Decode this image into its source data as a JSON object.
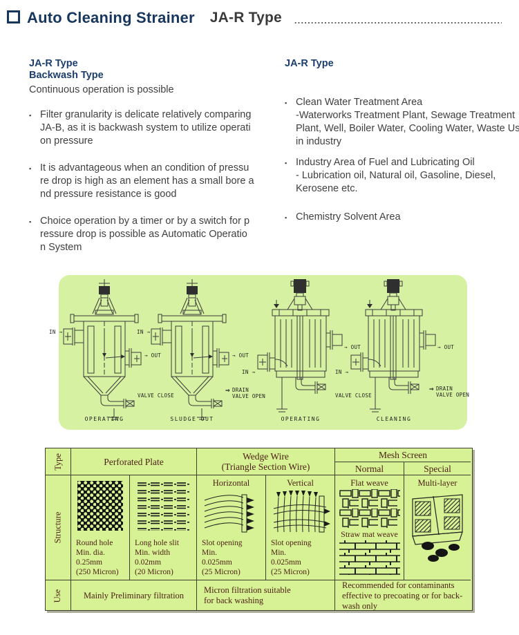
{
  "colors": {
    "title_navy": "#17365d",
    "heading_navy": "#1c3e6e",
    "body_gray": "#3f3f3f",
    "panel_green": "#d6f1a2",
    "table_green": "#d7f294",
    "table_text": "#4a1e14"
  },
  "header": {
    "title": "Auto Cleaning Strainer",
    "subtitle": "JA-R Type",
    "dots": "................................................................................"
  },
  "left_column": {
    "heading1": "JA-R Type",
    "heading2": "Backwash Type",
    "lead": "Continuous operation is possible",
    "bullet_char": "▪",
    "bullets": [
      "Filter granularity is delicate relatively comparing\nJA-B, as it is backwash system to utilize operati\non pressure",
      "It is advantageous when an condition of pressu\nre drop is high as an element has a small bore a\nnd pressure resistance is good",
      "Choice operation by a timer or by a switch for p\nressure drop is possible as Automatic Operatio\nn System"
    ]
  },
  "right_column": {
    "heading": "JA-R Type",
    "bullet_char": "▪",
    "bullets": [
      "Clean Water Treatment Area\n -Waterworks Treatment Plant, Sewage Treatment\nPlant, Well, Boiler Water, Cooling Water, Waste Us\nin industry",
      "Industry  Area of Fuel and Lubricating Oil\n - Lubrication oil, Natural oil, Gasoline, Diesel,\nKerosene etc.",
      "Chemistry Solvent Area"
    ]
  },
  "diagram": {
    "figures": [
      {
        "caption": "OPERATING",
        "in_label": "IN →",
        "out_label": "→ OUT",
        "valve_line1": "VALVE CLOSE",
        "valve_line2": "",
        "drain_arrow": ""
      },
      {
        "caption": "SLUDGE OUT",
        "in_label": "IN →",
        "out_label": "→ OUT",
        "valve_line1": "DRAIN",
        "valve_line2": "VALVE OPEN",
        "drain_arrow": "⇒"
      },
      {
        "caption": "OPERATING",
        "in_label": "IN →",
        "out_label": "→ OUT",
        "valve_line1": "VALVE CLOSE",
        "valve_line2": "",
        "drain_arrow": ""
      },
      {
        "caption": "CLEANING",
        "in_label": "IN →",
        "out_label": "→ OUT",
        "valve_line1": "DRAIN",
        "valve_line2": "VALVE OPEN",
        "drain_arrow": "⇒"
      }
    ]
  },
  "table": {
    "row_labels": {
      "type": "Type",
      "structure": "Structure",
      "use": "Use"
    },
    "headers": {
      "perforated": "Perforated Plate",
      "wedge_line1": "Wedge Wire",
      "wedge_line2": "(Triangle Section Wire)",
      "mesh": "Mesh Screen",
      "mesh_normal": "Normal",
      "mesh_special": "Special"
    },
    "structure": {
      "perforated1_caption": "Round hole\nMin. dia.\n0.25mm\n(250 Micron)",
      "perforated2_caption": "Long hole slit\nMin. width\n0.02mm\n(20 Micron)",
      "wedge_h_label": "Horizontal",
      "wedge_h_caption": "Slot opening\nMin.\n0.025mm\n(25 Micron)",
      "wedge_v_label": "Vertical",
      "wedge_v_caption": "Slot opening\nMin.\n0.025mm\n(25 Micron)",
      "mesh_normal_label1": "Flat weave",
      "mesh_normal_label2": "Straw mat weave",
      "mesh_special_label": "Multi-layer"
    },
    "use": {
      "perforated": "Mainly Preliminary filtration",
      "wedge": "Micron filtration suitable\nfor back washing",
      "mesh": "Recommended for contaminants\neffective to precoating or for back-\nwash only"
    }
  }
}
